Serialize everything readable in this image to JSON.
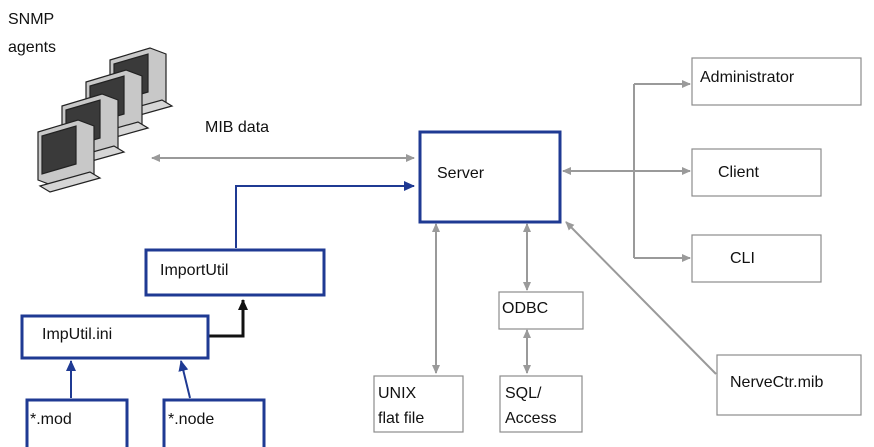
{
  "agents_label": [
    "SNMP",
    "agents"
  ],
  "mib_data_label": "MIB data",
  "boxes": {
    "server": "Server",
    "administrator": "Administrator",
    "client": "Client",
    "cli": "CLI",
    "importutil": "ImportUtil",
    "imputil_ini": "ImpUtil.ini",
    "mod": "*.mod",
    "node": "*.node",
    "odbc": "ODBC",
    "unix": [
      "UNIX",
      "flat file"
    ],
    "sql": [
      "SQL/",
      "Access"
    ],
    "nervectr": "NerveCtr.mib"
  },
  "colors": {
    "dark_box_border": "#1f3a93",
    "gray_box_border": "#8c8c8c",
    "gray_connector": "#9a9a9a",
    "blue_connector": "#1f3a93",
    "black_connector": "#111111"
  },
  "icons": {
    "agents": "stacked-computers-icon"
  }
}
